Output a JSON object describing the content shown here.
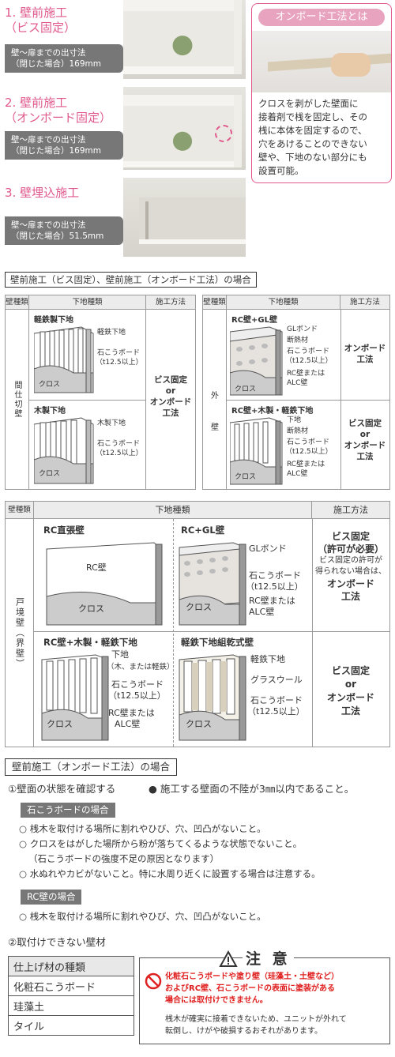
{
  "top": {
    "items": [
      {
        "title": "1. 壁前施工",
        "sub": "（ビス固定）",
        "box1": "壁〜扉までの出寸法",
        "box2": "（閉じた場合）169mm"
      },
      {
        "title": "2. 壁前施工",
        "sub": "（オンボード固定）",
        "box1": "壁〜扉までの出寸法",
        "box2": "（閉じた場合）169mm"
      },
      {
        "title": "3. 壁埋込施工",
        "sub": "",
        "box1": "壁〜扉までの出寸法",
        "box2": "（閉じた場合）51.5mm"
      }
    ],
    "onboard": {
      "title": "オンボード工法とは",
      "lines": [
        "クロスを剥がした壁面に",
        "接着剤で桟を固定し、その",
        "桟に本体を固定するので、",
        "穴をあけることのできない",
        "壁や、下地のない部分にも",
        "設置可能。"
      ]
    }
  },
  "table1": {
    "title": "壁前施工（ビス固定）、壁前施工（オンボード工法）の場合",
    "left": {
      "h_type": "壁種類",
      "h_base": "下地種類",
      "h_method": "施工方法",
      "wall": "間仕切壁",
      "row1": {
        "name": "軽鉄製下地",
        "l1": "軽鉄下地",
        "l2": "石こうボード",
        "l3": "（t12.5以上）",
        "cloth": "クロス"
      },
      "row2": {
        "name": "木製下地",
        "l1": "木製下地",
        "l2": "石こうボード",
        "l3": "（t12.5以上）",
        "cloth": "クロス"
      },
      "method1": "ビス固定",
      "method2": "or",
      "method3": "オンボード",
      "method4": "工法"
    },
    "right": {
      "h_type": "壁種類",
      "h_base": "下地種類",
      "h_method": "施工方法",
      "wall1": "外",
      "wall2": "壁",
      "row1": {
        "name": "RC壁+GL壁",
        "l1": "GLボンド",
        "l2": "断熱材",
        "l3": "石こうボード",
        "l4": "（t12.5以上）",
        "l5": "RC壁または",
        "l6": "ALC壁",
        "cloth": "クロス",
        "m1": "オンボード",
        "m2": "工法"
      },
      "row2": {
        "name": "RC壁+木製・軽鉄下地",
        "l1": "下地",
        "l2": "断熱材",
        "l3": "石こうボード",
        "l4": "（t12.5以上）",
        "l5": "RC壁または",
        "l6": "ALC壁",
        "cloth": "クロス",
        "m1": "ビス固定",
        "m2": "or",
        "m3": "オンボード",
        "m4": "工法"
      }
    }
  },
  "table2": {
    "h_type": "壁種類",
    "h_base": "下地種類",
    "h_method": "施工方法",
    "wall": "戸境壁（界壁）",
    "c1": {
      "name": "RC直張壁",
      "l1": "RC壁",
      "cloth": "クロス"
    },
    "c2": {
      "name": "RC+GL壁",
      "l1": "GLボンド",
      "l2": "石こうボード",
      "l3": "（t12.5以上）",
      "l4": "RC壁または",
      "l5": "ALC壁",
      "cloth": "クロス"
    },
    "m1": {
      "a": "ビス固定",
      "b": "（許可が必要）",
      "c": "ビス固定の許可が",
      "d": "得られない場合は、",
      "e": "オンボード",
      "f": "工法"
    },
    "c3": {
      "name": "RC壁+木製・軽鉄下地",
      "l1": "下地",
      "l2": "（木、または軽鉄）",
      "l3": "石こうボード",
      "l4": "（t12.5以上）",
      "l5": "RC壁または",
      "l6": "ALC壁",
      "cloth": "クロス"
    },
    "c4": {
      "name": "軽鉄下地組乾式壁",
      "l1": "軽鉄下地",
      "l2": "グラスウール",
      "l3": "石こうボード",
      "l4": "（t12.5以上）",
      "cloth": "クロス"
    },
    "m2": {
      "a": "ビス固定",
      "b": "or",
      "c": "オンボード",
      "d": "工法"
    }
  },
  "onboard_section": {
    "title": "壁前施工（オンボード工法）の場合",
    "step1": "①壁面の状態を確認する",
    "step1b": "● 施工する壁面の不陸が3㎜以内であること。",
    "gyp": "石こうボードの場合",
    "gyp_items": [
      "○ 桟木を取付ける場所に割れやひび、穴、凹凸がないこと。",
      "○ クロスをはがした場所から粉が落ちてくるような状態でないこと。",
      "（石こうボードの強度不足の原因となります）",
      "○ 水ぬれやカビがないこと。特に水周り近くに設置する場合は注意する。"
    ],
    "rc": "RC壁の場合",
    "rc_items": [
      "○ 桟木を取付ける場所に割れやひび、穴、凹凸がないこと。"
    ],
    "step2": "②取付けできない壁材"
  },
  "materials": {
    "header": "仕上げ材の種類",
    "rows": [
      "化粧石こうボード",
      "珪藻土",
      "タイル"
    ]
  },
  "caution": {
    "title": "注 意",
    "red1": "化粧石こうボードや塗り壁（珪藻土・土壁など）",
    "red2": "およびRC壁、石こうボードの表面に塗装がある",
    "red3": "場合には取付けできません。",
    "body1": "桟木が確実に接着できないため、ユニットが外れて",
    "body2": "転倒し、けがや破損するおそれがあります。"
  },
  "colors": {
    "accent": "#e0588c",
    "red": "#e02020",
    "gray": "#777777"
  }
}
